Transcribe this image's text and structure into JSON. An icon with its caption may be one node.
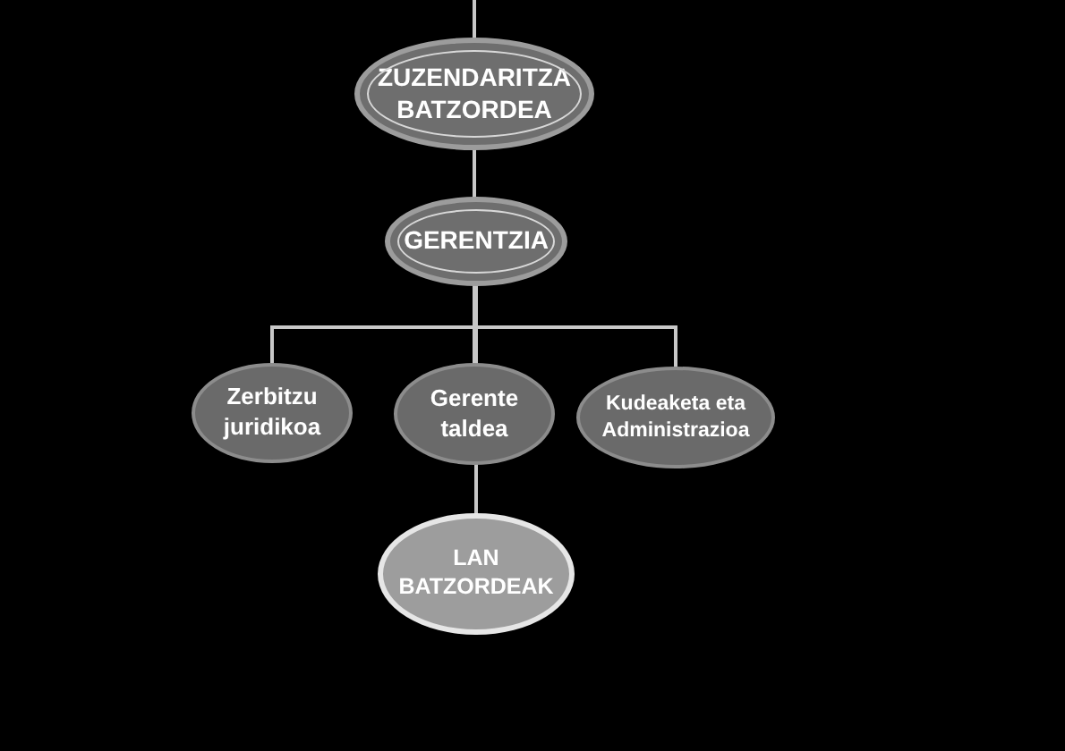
{
  "diagram": {
    "nodes": [
      {
        "text": [
          "ZUZENDARITZA BATZORDEA"
        ]
      },
      {
        "text": [
          "GERENTZIA"
        ]
      },
      {
        "text": [
          "Zerbitzu juridikoa"
        ]
      },
      {
        "text": [
          "Gerente taldea"
        ]
      },
      {
        "text": [
          "Kudeaketa eta Administrazioa"
        ]
      },
      {
        "text": [
          "LAN BATZORDEAK"
        ]
      }
    ],
    "edges": [
      {
        "from": null,
        "to": 0,
        "arrow": "none"
      },
      {
        "from": 0,
        "to": 1,
        "arrow": "none"
      },
      {
        "from": 1,
        "to": 2,
        "arrow": "none"
      },
      {
        "from": 1,
        "to": 3,
        "arrow": "none"
      },
      {
        "from": 1,
        "to": 4,
        "arrow": "none"
      },
      {
        "from": 3,
        "to": 5,
        "arrow": "none"
      }
    ]
  }
}
